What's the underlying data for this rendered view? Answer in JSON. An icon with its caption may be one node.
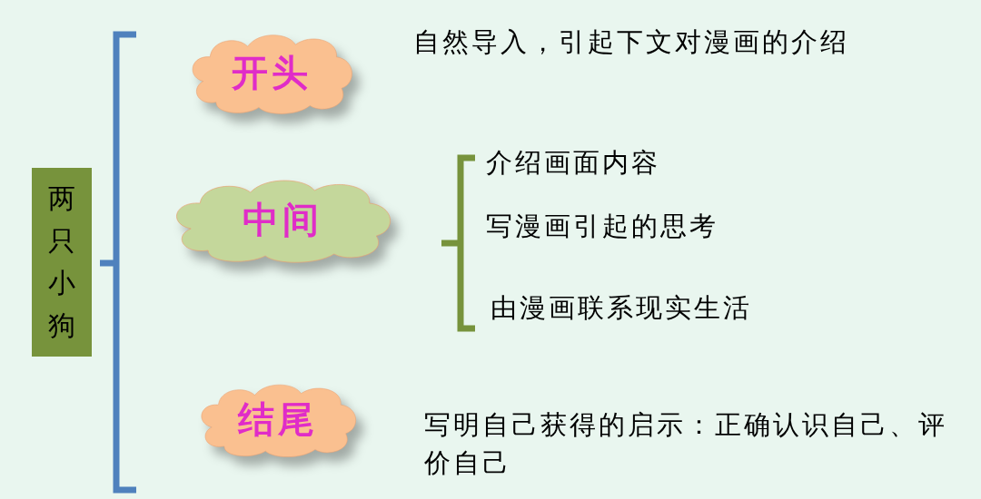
{
  "diagram": {
    "nodes": [
      {
        "text": [
          "两只小狗"
        ]
      },
      {
        "text": [
          "开头"
        ],
        "beside": [
          "自然导入，引起下文对漫画的介绍"
        ]
      },
      {
        "text": [
          "中间"
        ],
        "beside": [
          "介绍画面内容",
          "写漫画引起的思考",
          "由漫画联系现实生活"
        ]
      },
      {
        "text": [
          "结尾"
        ],
        "beside": [
          "写明自己获得的启示：正确认识自己、评价自己"
        ]
      }
    ]
  }
}
